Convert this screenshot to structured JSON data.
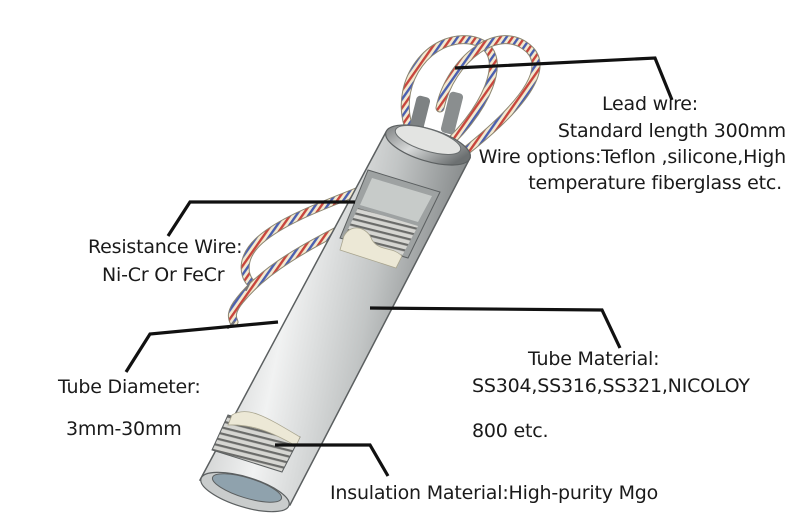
{
  "labels": {
    "lead_wire": {
      "title": "Lead wire:",
      "line1": "Standard length 300mm",
      "line2": "Wire options:Teflon ,silicone,High",
      "line3": "temperature fiberglass etc."
    },
    "resistance_wire": {
      "title": "Resistance Wire:",
      "line1": "Ni-Cr Or FeCr"
    },
    "tube_diameter": {
      "title": "Tube Diameter:",
      "line1": "3mm-30mm"
    },
    "tube_material": {
      "title": "Tube Material:",
      "line1": "SS304,SS316,SS321,NICOLOY",
      "line2": "800 etc."
    },
    "insulation": {
      "title": "Insulation Material:High-purity Mgo"
    }
  },
  "colors": {
    "leader": "#111111",
    "tube_light": "#e9eaea",
    "tube_dark": "#8f9394",
    "mgo": "#ece8d6",
    "wire_base": "#f3ead0",
    "wire_red": "#c8453c",
    "wire_blue": "#4a5fb0"
  }
}
